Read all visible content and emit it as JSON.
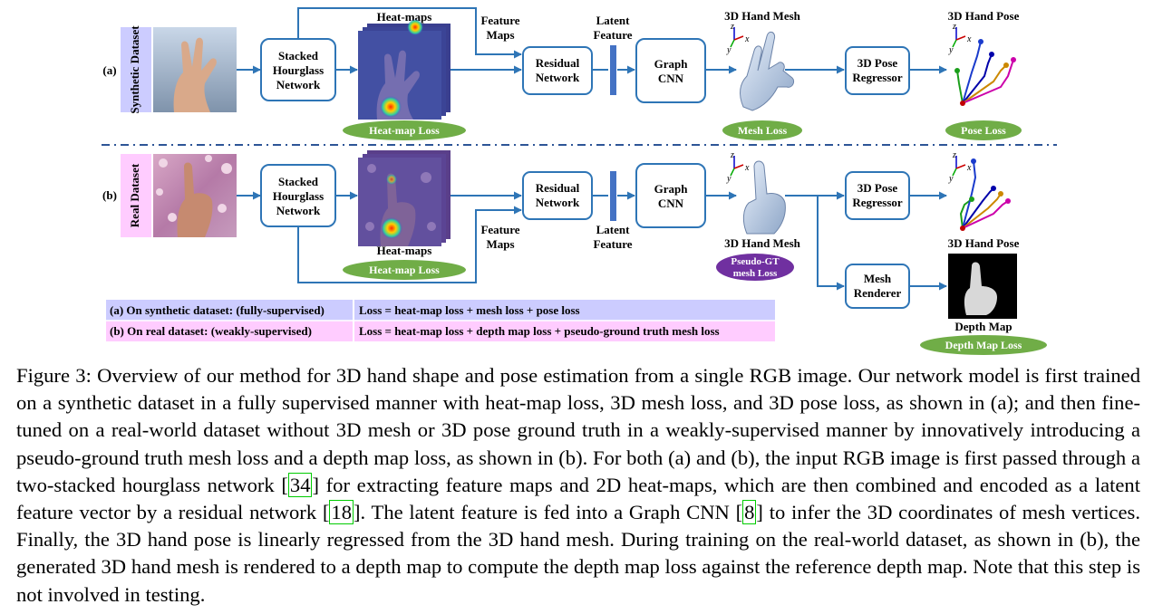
{
  "figure": {
    "rows": [
      {
        "label": "(a)",
        "dataset_label": "Synthetic Dataset"
      },
      {
        "label": "(b)",
        "dataset_label": "Real  Dataset"
      }
    ],
    "stacked_hourglass": "Stacked Hourglass Network",
    "heatmaps_label": "Heat-maps",
    "heatmap_loss": "Heat-map Loss",
    "feature_maps": "Feature Maps",
    "latent_feature": "Latent Feature",
    "residual_network": "Residual Network",
    "graph_cnn": "Graph CNN",
    "hand_mesh_label": "3D Hand Mesh",
    "hand_pose_label": "3D Hand Pose",
    "pose_regressor": "3D Pose Regressor",
    "mesh_loss": "Mesh Loss",
    "pose_loss": "Pose Loss",
    "pseudo_gt_loss": "Pseudo-GT mesh Loss",
    "mesh_renderer": "Mesh Renderer",
    "depth_map": "Depth Map",
    "depth_map_loss": "Depth Map Loss",
    "axis_labels": {
      "z": "z",
      "x": "x",
      "y": "y"
    },
    "legend": {
      "row_a_left": "(a) On synthetic dataset: (fully-supervised)",
      "row_a_right": "Loss = heat-map loss + mesh loss + pose loss",
      "row_b_left": "(b) On real dataset: (weakly-supervised)",
      "row_b_right": "Loss = heat-map loss + depth map loss + pseudo-ground truth mesh loss"
    },
    "colors": {
      "arrow": "#2e75b6",
      "box_border": "#2e75b6",
      "green_loss": "#70ad47",
      "purple_loss": "#7030a0",
      "synthetic_tag": "#ccccff",
      "real_tag": "#ffccff"
    }
  },
  "caption": {
    "p1": "Figure 3: Overview of our method for 3D hand shape and pose estimation from a single RGB image. Our network model is first trained on a synthetic dataset in a fully supervised manner with heat-map loss, 3D mesh loss, and 3D pose loss, as shown in (a); and then fine-tuned on a real-world dataset without 3D mesh or 3D pose ground truth in a weakly-supervised manner by innovatively introducing a pseudo-ground truth mesh loss and a depth map loss, as shown in (b). For both (a) and (b), the input RGB image is first passed through a two-stacked hourglass network [",
    "ref1": "34",
    "p2": "] for extracting feature maps and 2D heat-maps, which are then combined and encoded as a latent feature vector by a residual network [",
    "ref2": "18",
    "p3": "]. The latent feature is fed into a Graph CNN [",
    "ref3": "8",
    "p4": "] to infer the 3D coordinates of mesh vertices. Finally, the 3D hand pose is linearly regressed from the 3D hand mesh. During training on the real-world dataset, as shown in (b), the generated 3D hand mesh is rendered to a depth map to compute the depth map loss against the reference depth map. Note that this step is not involved in testing."
  }
}
